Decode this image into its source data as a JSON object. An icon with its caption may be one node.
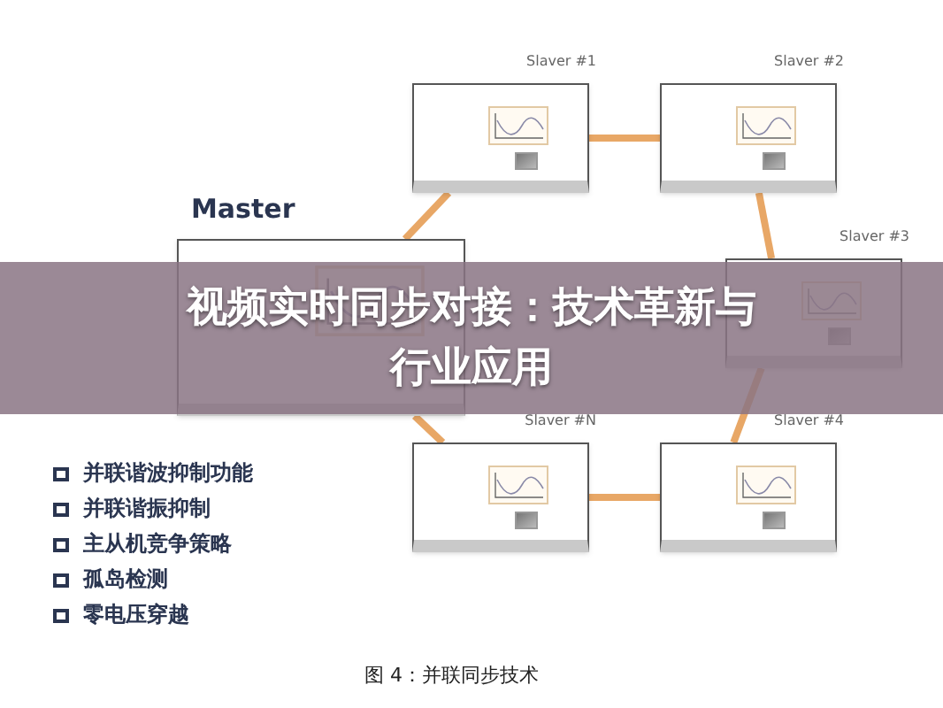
{
  "diagram": {
    "title": "视频实时同步对接：技术革新与行业应用",
    "caption": "图 4：并联同步技术",
    "nodes": [
      {
        "text": [
          "Master"
        ]
      },
      {
        "text": [
          "Slaver #1"
        ]
      },
      {
        "text": [
          "Slaver #2"
        ]
      },
      {
        "text": [
          "Slaver #3"
        ]
      },
      {
        "text": [
          "Slaver #N"
        ]
      },
      {
        "text": [
          "Slaver #4"
        ]
      }
    ],
    "edges": [
      {
        "from": 0,
        "to": 1,
        "arrow": "none"
      },
      {
        "from": 1,
        "to": 2,
        "arrow": "none"
      },
      {
        "from": 2,
        "to": 3,
        "arrow": "none"
      },
      {
        "from": 3,
        "to": 5,
        "arrow": "none"
      },
      {
        "from": 5,
        "to": 4,
        "arrow": "none"
      },
      {
        "from": 4,
        "to": 0,
        "arrow": "none"
      }
    ],
    "labels": [
      "并联谐波抑制功能",
      "并联谐振抑制",
      "主从机竞争策略",
      "孤岛检测",
      "零电压穿越"
    ]
  }
}
